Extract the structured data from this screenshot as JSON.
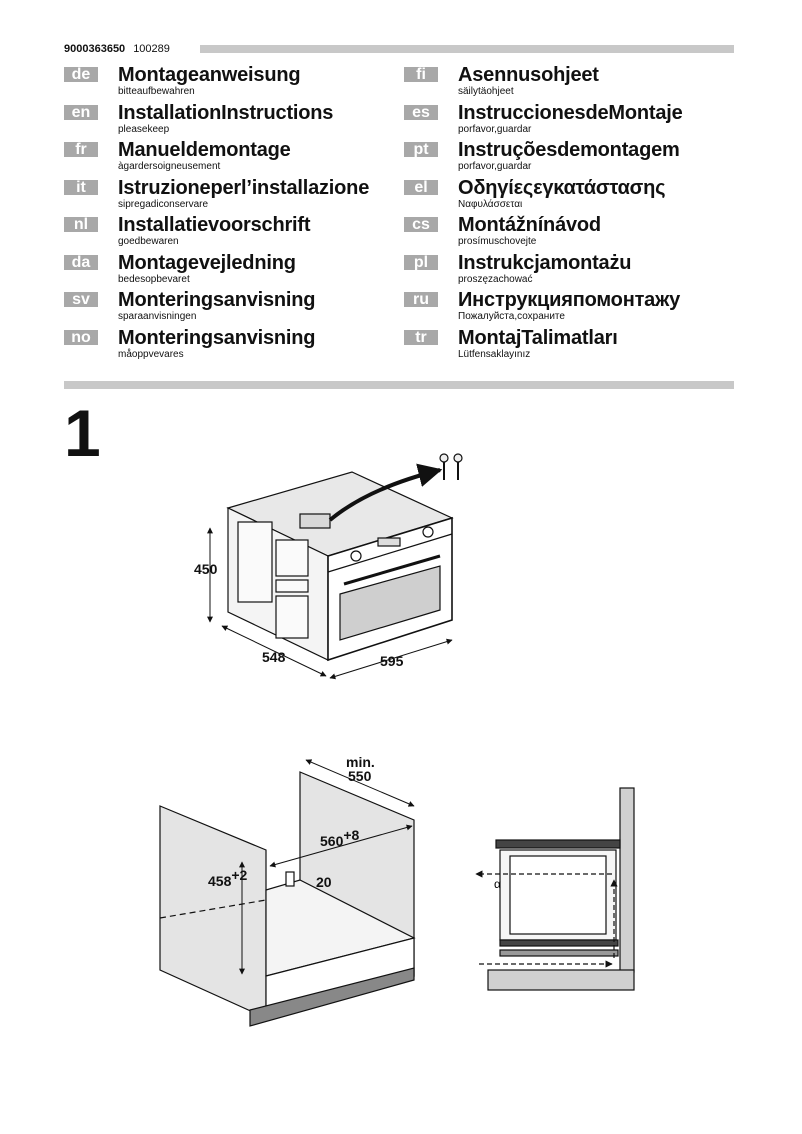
{
  "header": {
    "doc_number": "9000363650",
    "date_code": "100289"
  },
  "languages_left": [
    {
      "code": "de",
      "title": "Montageanweisung",
      "subtitle": "bitteaufbewahren"
    },
    {
      "code": "en",
      "title": "InstallationInstructions",
      "subtitle": "pleasekeep"
    },
    {
      "code": "fr",
      "title": "Manueldemontage",
      "subtitle": "àgardersoigneusement"
    },
    {
      "code": "it",
      "title": "Istruzioneperl’installazione",
      "subtitle": "sipregadiconservare"
    },
    {
      "code": "nl",
      "title": "Installatievoorschrift",
      "subtitle": "goedbewaren"
    },
    {
      "code": "da",
      "title": "Montagevejledning",
      "subtitle": "bedesopbevaret"
    },
    {
      "code": "sv",
      "title": "Monteringsanvisning",
      "subtitle": "sparaanvisningen"
    },
    {
      "code": "no",
      "title": "Monteringsanvisning",
      "subtitle": "måoppvevares"
    }
  ],
  "languages_right": [
    {
      "code": "fi",
      "title": "Asennusohjeet",
      "subtitle": "säilytäohjeet"
    },
    {
      "code": "es",
      "title": "InstruccionesdeMontaje",
      "subtitle": "porfavor,guardar"
    },
    {
      "code": "pt",
      "title": "Instruçõesdemontagem",
      "subtitle": "porfavor,guardar"
    },
    {
      "code": "el",
      "title": "Οδηγίεςεγκατάστασης",
      "subtitle": "Ναφυλάσσεται"
    },
    {
      "code": "cs",
      "title": "Montážnínávod",
      "subtitle": "prosímuschovejte"
    },
    {
      "code": "pl",
      "title": "Instrukcjamontażu",
      "subtitle": "proszęzachować"
    },
    {
      "code": "ru",
      "title": "Инструкцияпомонтажу",
      "subtitle": "Пожалуйста,сохраните"
    },
    {
      "code": "tr",
      "title": "MontajTalimatları",
      "subtitle": "Lütfensaklayınız"
    }
  ],
  "step": {
    "number": "1"
  },
  "dimensions": {
    "oven_height": "450",
    "oven_depth": "548",
    "oven_width": "595",
    "min_label": "min.",
    "min_value": "550",
    "niche_width": "560",
    "niche_width_tol": "+8",
    "niche_height": "458",
    "niche_height_tol": "+2",
    "gap": "20",
    "alpha": "α"
  }
}
